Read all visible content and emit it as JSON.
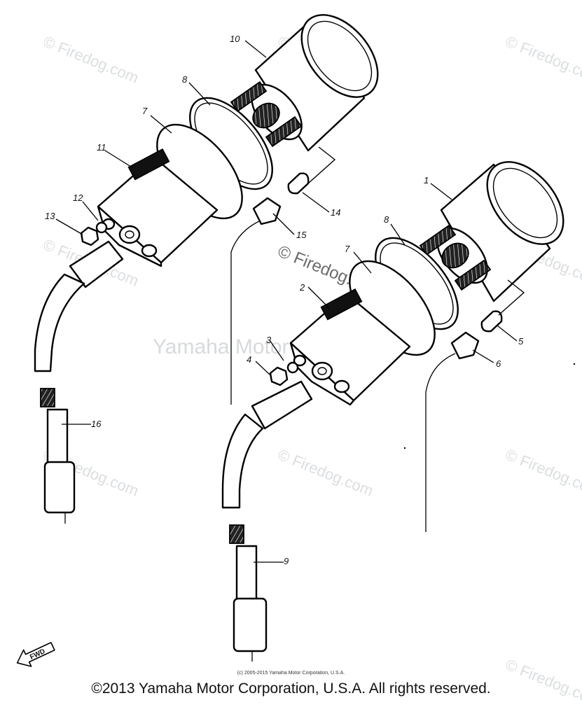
{
  "diagram": {
    "callouts": [
      "1",
      "2",
      "3",
      "4",
      "5",
      "6",
      "7",
      "8",
      "9",
      "10",
      "11",
      "12",
      "13",
      "14",
      "15",
      "16",
      "7",
      "8"
    ],
    "watermark_text": "© Firedog.com",
    "watermark_center": "© Firedog.com",
    "company_watermark": "Yamaha Motor Corp, U.S.A.",
    "direction_label": "FWD"
  },
  "footer": {
    "small_note": "(c) 2005-2015 Yamaha Motor Corporation, U.S.A.",
    "copyright": "©2013 Yamaha Motor Corporation, U.S.A. All rights reserved."
  }
}
